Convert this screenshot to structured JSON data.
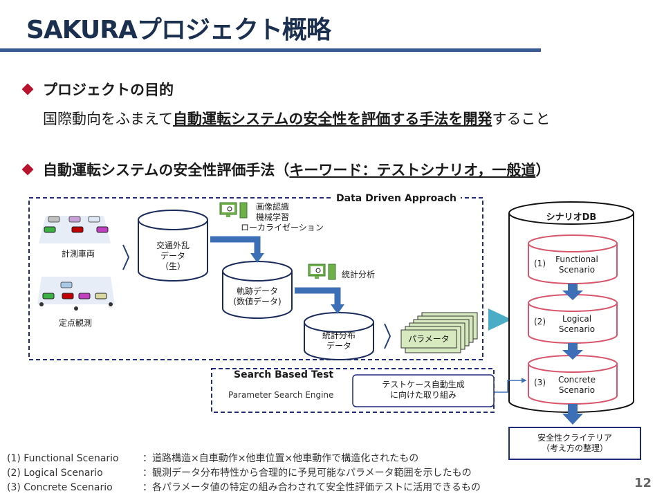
{
  "title": "SAKURAプロジェクト概略",
  "section1": {
    "heading": "プロジェクトの目的",
    "text_before": "国際動向をふまえて",
    "text_emph": "自動運転システムの安全性を評価する手法を開発",
    "text_after": "すること"
  },
  "section2": {
    "heading_main": "自動運転システムの安全性評価手法（",
    "heading_keyword": "キーワード：テストシナリオ，一般道",
    "heading_close": "）"
  },
  "diagram": {
    "data_driven_label": "Data Driven Approach",
    "vehicle_measure_label": "計測車両",
    "fixed_observe_label": "定点観測",
    "raw_data": [
      "交通外乱",
      "データ",
      "（生）"
    ],
    "recognition_labels": [
      "画像認識",
      "機械学習",
      "ローカライゼーション"
    ],
    "trajectory_data": [
      "軌跡データ",
      "(数値データ)"
    ],
    "stats_label": "統計分析",
    "stat_dist_data": [
      "統計分布",
      "データ"
    ],
    "parameter_label": "パラメータ",
    "search_based_label": "Search Based Test",
    "param_engine_label": "Parameter Search Engine",
    "testcase_box": [
      "テストケース自動生成",
      "に向けた取り組み"
    ],
    "scenario_db_label": "シナリオDB",
    "scenarios": [
      {
        "num": "(1)",
        "name": [
          "Functional",
          "Scenario"
        ]
      },
      {
        "num": "(2)",
        "name": [
          "Logical",
          "Scenario"
        ]
      },
      {
        "num": "(3)",
        "name": [
          "Concrete",
          "Scenario"
        ]
      }
    ],
    "safety_box": [
      "安全性クライテリア",
      "（考え方の整理）"
    ]
  },
  "legend": [
    {
      "key": "(1) Functional Scenario",
      "value": "：道路構造×自車動作×他車位置×他車動作で構造化されたもの"
    },
    {
      "key": "(2) Logical Scenario",
      "value": "：観測データ分布特性から合理的に予見可能なパラメータ範囲を示したもの"
    },
    {
      "key": "(3) Concrete Scenario",
      "value": "：各パラメータ値の特定の組み合わされて安全性評価テストに活用できるもの"
    }
  ],
  "page_number": "12",
  "colors": {
    "title": "#1b2f4f",
    "rule": "#3a5a93",
    "diamond": "#b7132c",
    "dashed_border": "#1f2a78",
    "arrow_blue": "#3d6fb6",
    "scenario_red": "#d9556b",
    "teal_arrow": "#4bacc6",
    "param_green": "#d6e9bf"
  }
}
